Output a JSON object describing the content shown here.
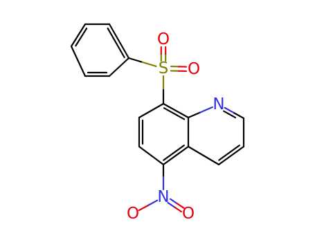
{
  "molecule": {
    "atoms": {
      "sulfur": "S",
      "sulfonyl_oxygen_top": "O",
      "sulfonyl_oxygen_right": "O",
      "quinoline_nitrogen": "N",
      "nitro_nitrogen": "N",
      "nitro_oxygen_left": "O",
      "nitro_oxygen_right": "O"
    },
    "colors": {
      "bond": "#000000",
      "oxygen": "#e8000b",
      "nitrogen": "#3030e0",
      "sulfur": "#808000",
      "background": "#ffffff"
    }
  }
}
